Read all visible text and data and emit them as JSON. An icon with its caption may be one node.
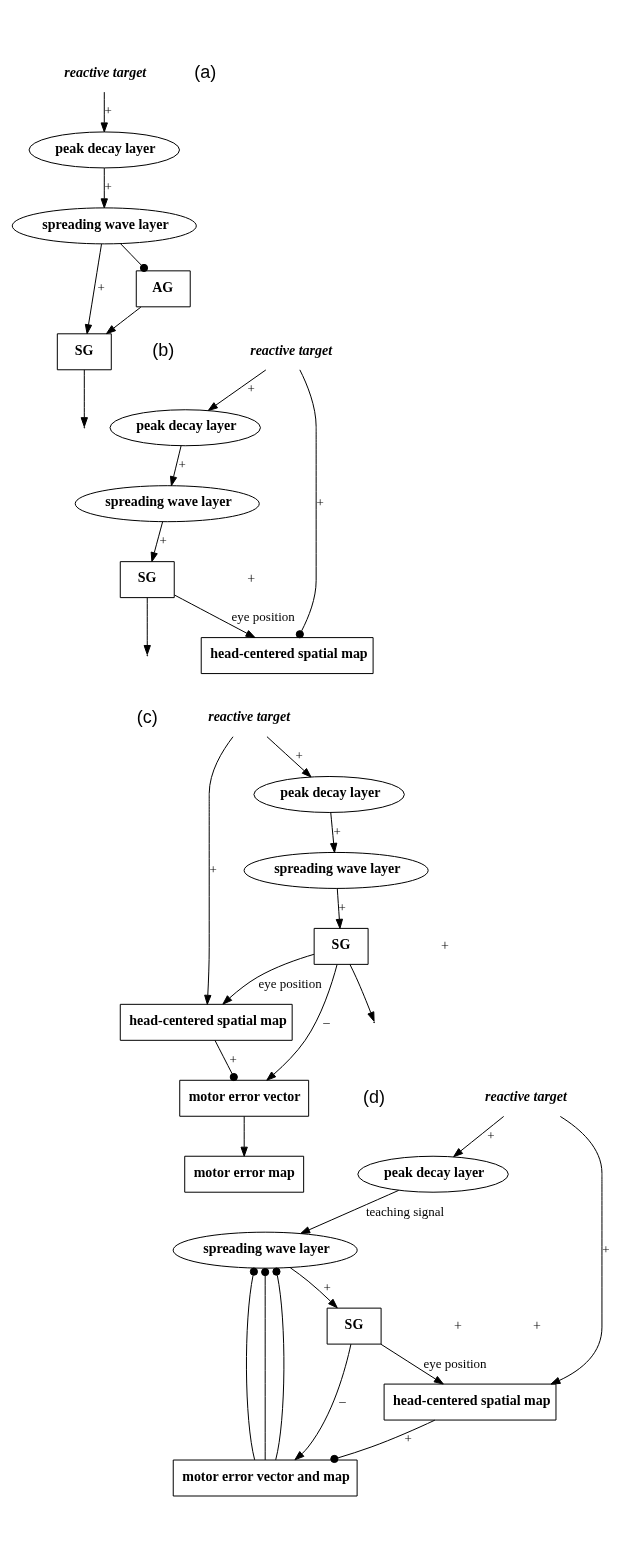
{
  "diagram": {
    "nodes": [
      {
        "text": [
          "reactive target"
        ]
      },
      {
        "text": [
          "peak decay layer"
        ]
      },
      {
        "text": [
          "spreading wave layer"
        ]
      },
      {
        "text": [
          "SG"
        ]
      },
      {
        "text": [
          "AG"
        ]
      },
      {
        "text": [
          "reactive target"
        ]
      },
      {
        "text": [
          "peak decay layer"
        ]
      },
      {
        "text": [
          "spreading wave layer"
        ]
      },
      {
        "text": [
          "head-centered spatial map"
        ]
      },
      {
        "text": [
          "SG"
        ]
      },
      {
        "text": [
          "reactive target"
        ]
      },
      {
        "text": [
          "peak decay layer"
        ]
      },
      {
        "text": [
          "head-centered spatial map"
        ]
      },
      {
        "text": [
          "spreading wave layer"
        ]
      },
      {
        "text": [
          "motor error vector"
        ]
      },
      {
        "text": [
          "motor error map"
        ]
      },
      {
        "text": [
          "SG"
        ]
      },
      {
        "text": [
          "reactive target"
        ]
      },
      {
        "text": [
          "peak decay layer"
        ]
      },
      {
        "text": [
          "head-centered spatial map"
        ]
      },
      {
        "text": [
          "motor error vector and map"
        ]
      },
      {
        "text": [
          "spreading wave layer"
        ]
      },
      {
        "text": [
          "SG"
        ]
      }
    ],
    "edges": [
      {
        "from": 0,
        "to": 1,
        "arrow": "to",
        "label": "+"
      },
      {
        "from": 1,
        "to": 2,
        "arrow": "to",
        "label": "+"
      },
      {
        "from": 2,
        "to": 3,
        "arrow": "to",
        "label": "+"
      },
      {
        "from": 2,
        "to": 4,
        "arrow": "other"
      },
      {
        "from": 4,
        "to": 3,
        "arrow": "to"
      },
      {
        "from": 3,
        "to": null,
        "arrow": "to"
      },
      {
        "from": 5,
        "to": 6,
        "arrow": "to",
        "label": "+"
      },
      {
        "from": 5,
        "to": 8,
        "arrow": "other",
        "label": "+"
      },
      {
        "from": 6,
        "to": 7,
        "arrow": "to",
        "label": "+"
      },
      {
        "from": 7,
        "to": 9,
        "arrow": "to",
        "label": "+"
      },
      {
        "from": 9,
        "to": 8,
        "arrow": "to",
        "label": "eye position"
      },
      {
        "from": 9,
        "to": null,
        "arrow": "to"
      },
      {
        "from": 10,
        "to": 11,
        "arrow": "to",
        "label": "+"
      },
      {
        "from": 10,
        "to": 12,
        "arrow": "to",
        "label": "+"
      },
      {
        "from": 11,
        "to": 13,
        "arrow": "to",
        "label": "+"
      },
      {
        "from": 12,
        "to": 14,
        "arrow": "other",
        "label": "+"
      },
      {
        "from": 14,
        "to": 15,
        "arrow": "to"
      },
      {
        "from": 13,
        "to": 16,
        "arrow": "to",
        "label": "+"
      },
      {
        "from": 16,
        "to": 12,
        "arrow": "to",
        "label": "eye position"
      },
      {
        "from": 16,
        "to": 14,
        "arrow": "to",
        "label": "–"
      },
      {
        "from": 16,
        "to": null,
        "arrow": "to"
      },
      {
        "from": 17,
        "to": 18,
        "arrow": "to",
        "label": "+"
      },
      {
        "from": 17,
        "to": 19,
        "arrow": "to",
        "label": "+"
      },
      {
        "from": 18,
        "to": 21,
        "arrow": "to",
        "label": "teaching signal"
      },
      {
        "from": 19,
        "to": 20,
        "arrow": "other",
        "label": "+"
      },
      {
        "from": 20,
        "to": 21,
        "arrow": "other"
      },
      {
        "from": 20,
        "to": 21,
        "arrow": "other"
      },
      {
        "from": 20,
        "to": 21,
        "arrow": "other"
      },
      {
        "from": 21,
        "to": 22,
        "arrow": "to",
        "label": "+"
      },
      {
        "from": 22,
        "to": 19,
        "arrow": "to",
        "label": "eye position"
      },
      {
        "from": 22,
        "to": 20,
        "arrow": "to",
        "label": "–"
      }
    ],
    "labels": [
      "(a)",
      "(b)",
      "+",
      "(c)",
      "+",
      "(d)",
      "+",
      "+"
    ]
  }
}
